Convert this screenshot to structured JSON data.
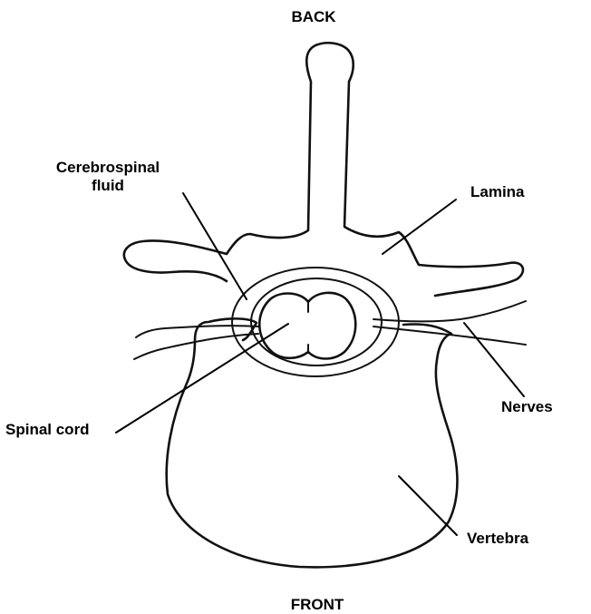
{
  "labels": {
    "back": "BACK",
    "front": "FRONT",
    "csf_line1": "Cerebrospinal",
    "csf_line2": "fluid",
    "lamina": "Lamina",
    "spinal_cord": "Spinal cord",
    "nerves": "Nerves",
    "vertebra": "Vertebra"
  }
}
